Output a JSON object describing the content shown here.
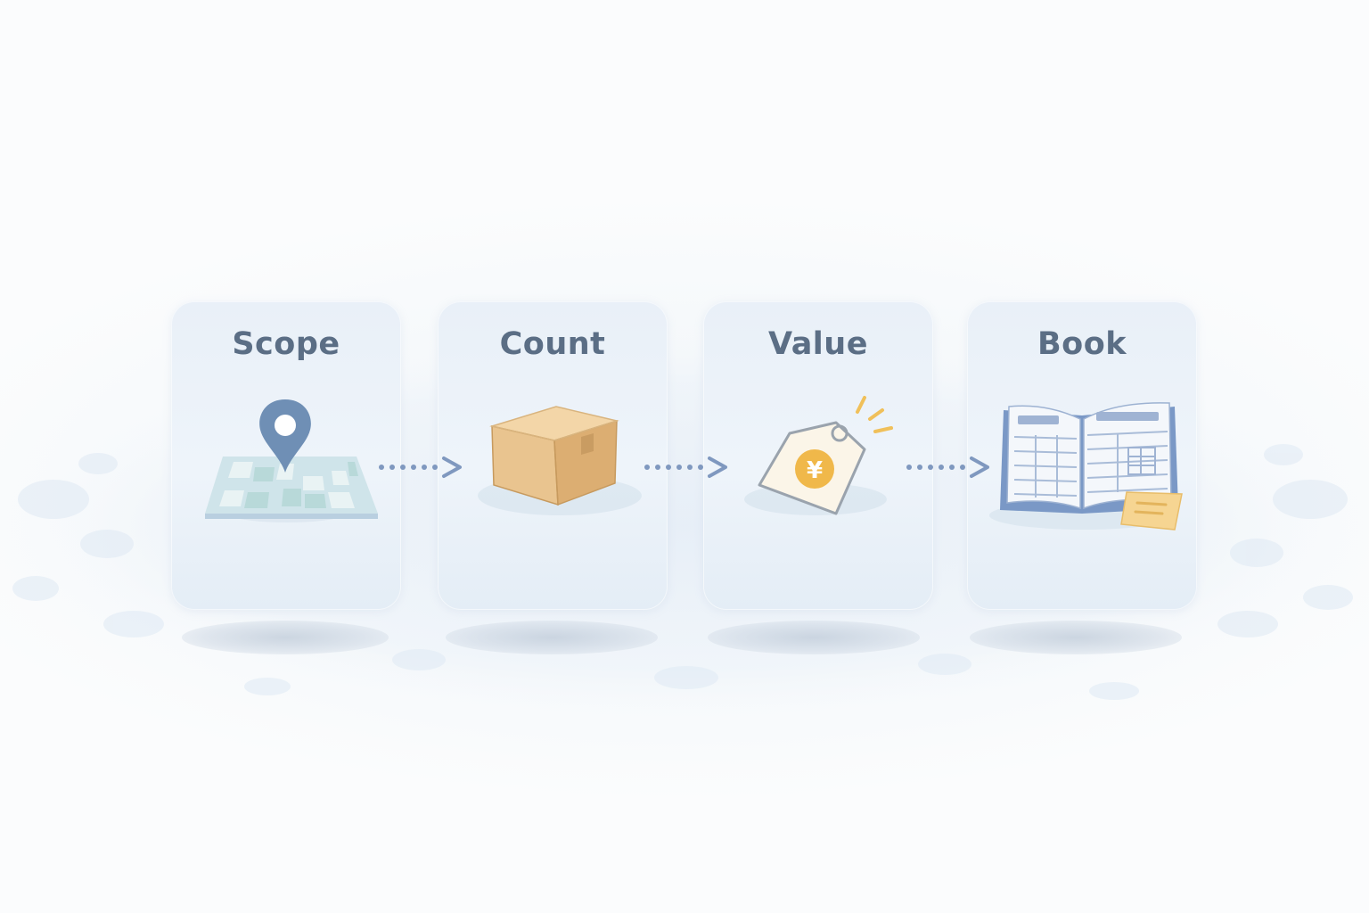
{
  "steps": [
    {
      "label": "Scope",
      "icon": "map-pin-icon"
    },
    {
      "label": "Count",
      "icon": "box-icon"
    },
    {
      "label": "Value",
      "icon": "price-tag-icon"
    },
    {
      "label": "Book",
      "icon": "ledger-book-icon"
    }
  ],
  "tag_symbol": "¥",
  "colors": {
    "card": "#e9f0f8",
    "label": "#5b6e85",
    "arrow": "#7f98bf",
    "pin": "#6f8fb5",
    "box": "#e9c48f",
    "coin": "#f0b84a",
    "book": "#7a98c6"
  }
}
